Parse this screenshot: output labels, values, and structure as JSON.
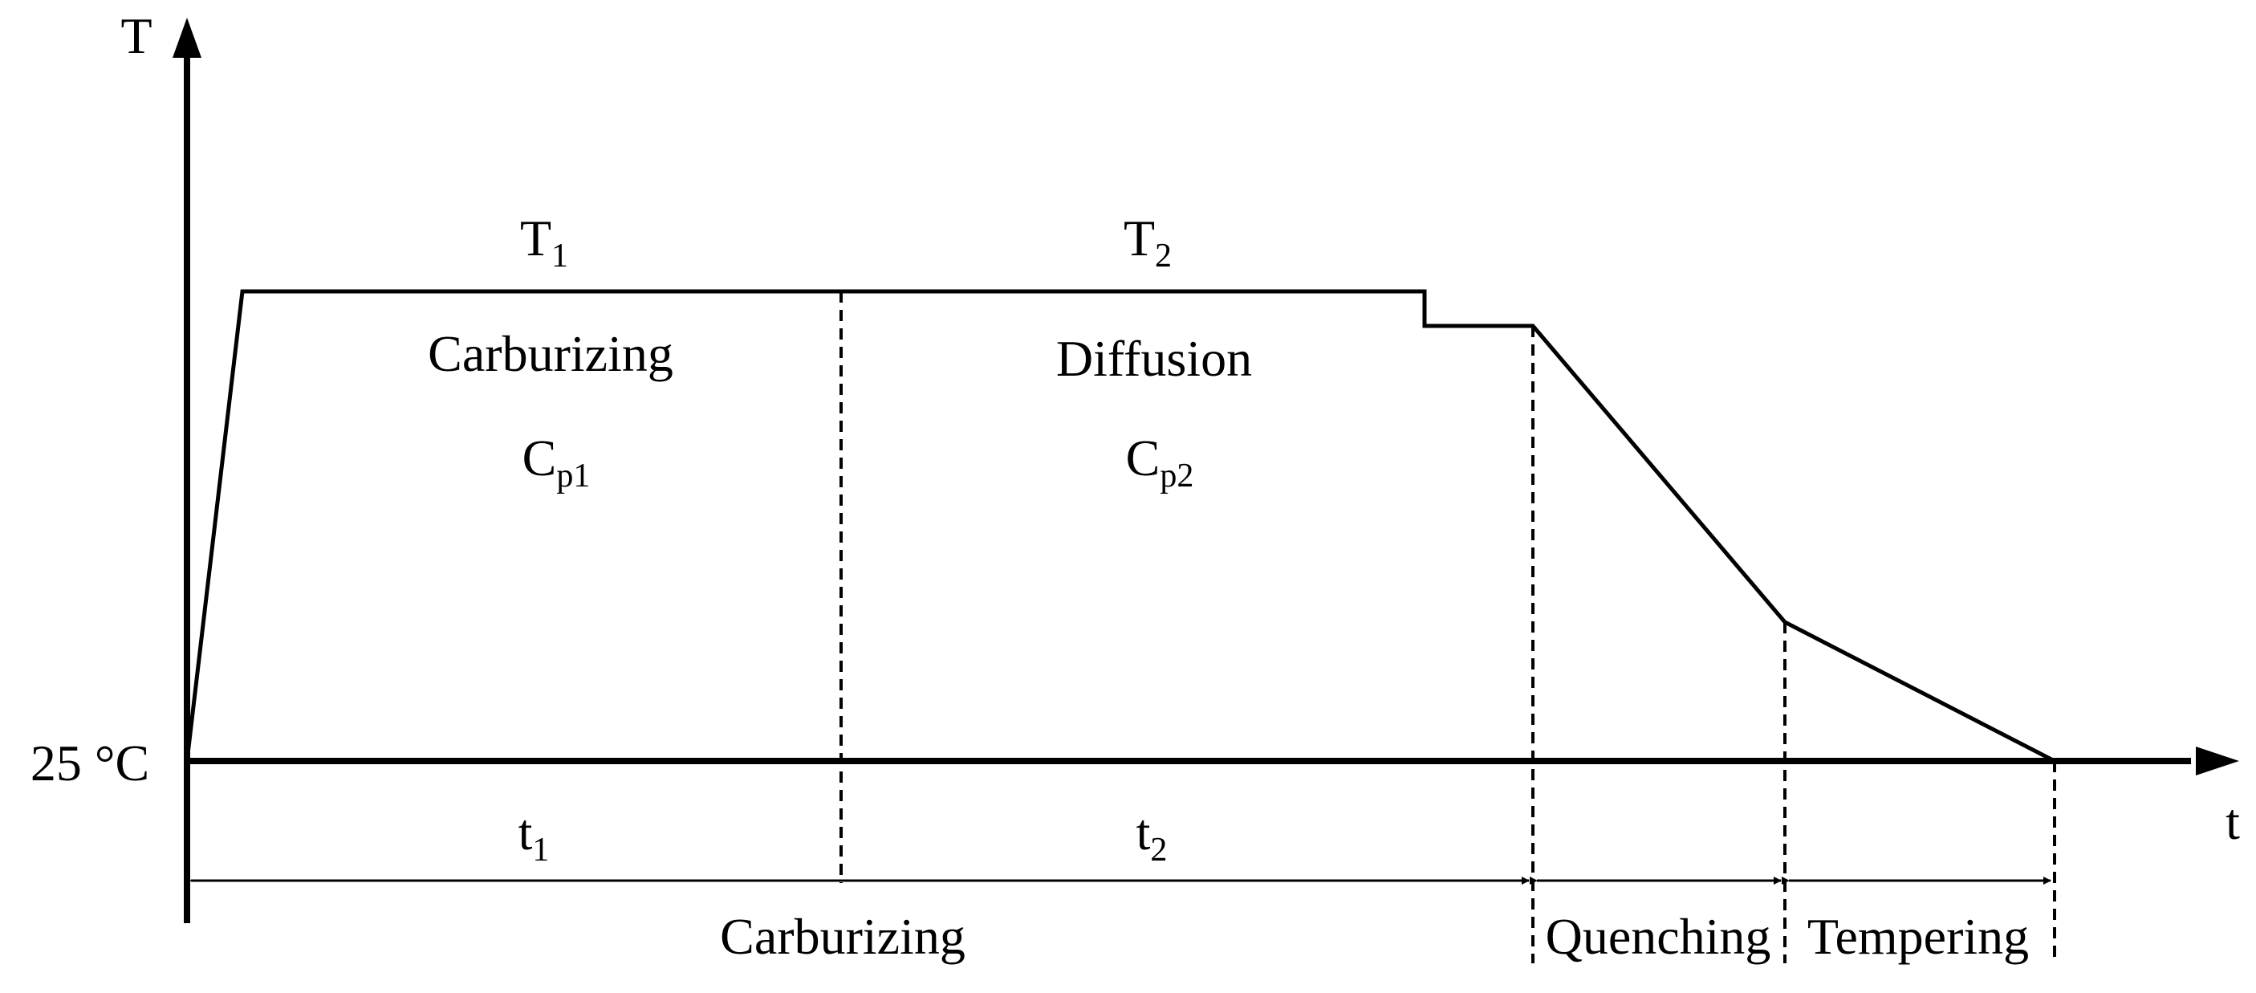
{
  "axes": {
    "y_label": "T",
    "x_label": "t",
    "origin_label": "25 °C"
  },
  "stages": {
    "t1": {
      "main": "t",
      "sub": "1"
    },
    "t2": {
      "main": "t",
      "sub": "2"
    },
    "T1": {
      "main": "T",
      "sub": "1"
    },
    "T2": {
      "main": "T",
      "sub": "2"
    },
    "cp1": {
      "main": "C",
      "sub": "p1"
    },
    "cp2": {
      "main": "C",
      "sub": "p2"
    },
    "carburizing_stage": "Carburizing",
    "diffusion_stage": "Diffusion"
  },
  "processes": {
    "carburizing": "Carburizing",
    "quenching": "Quenching",
    "tempering": "Tempering"
  },
  "colors": {
    "line": "#000000",
    "background": "#ffffff"
  }
}
